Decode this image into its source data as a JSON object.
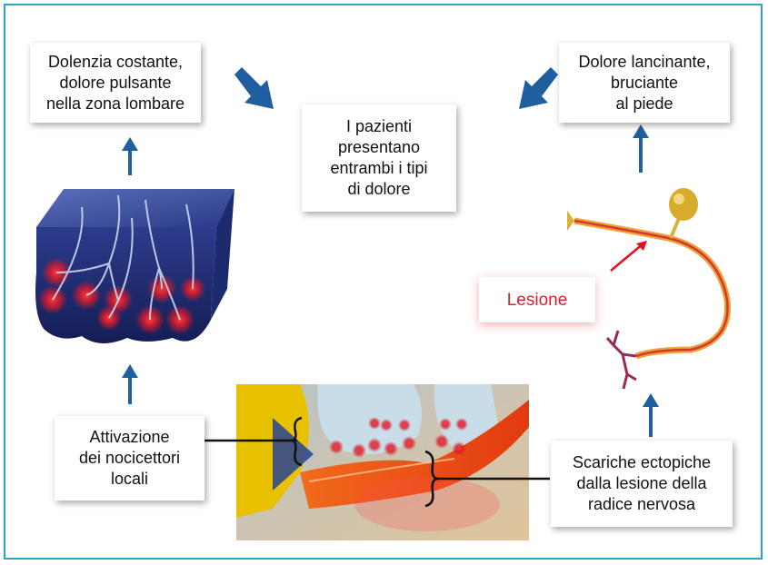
{
  "boxes": {
    "top_left": "Dolenzia costante,\ndolore pulsante\nnella zona lombare",
    "center": "I pazienti\npresentano\nentrambi i tipi\ndi dolore",
    "top_right": "Dolore lancinante,\nbruciante\nal piede",
    "lesion": "Lesione",
    "bottom_left": "Attivazione\ndei nocicettori\nlocali",
    "bottom_right": "Scariche ectopiche\ndalla lesione della\nradice nervosa"
  },
  "colors": {
    "frame": "#2aa6c9",
    "arrow": "#1f5fa0",
    "lesion_text": "#d8202a"
  },
  "illustrations": {
    "tissue_block": "tissue-block-illustration",
    "neuron": "neuron-illustration",
    "spine_section": "spine-cross-section-illustration"
  }
}
